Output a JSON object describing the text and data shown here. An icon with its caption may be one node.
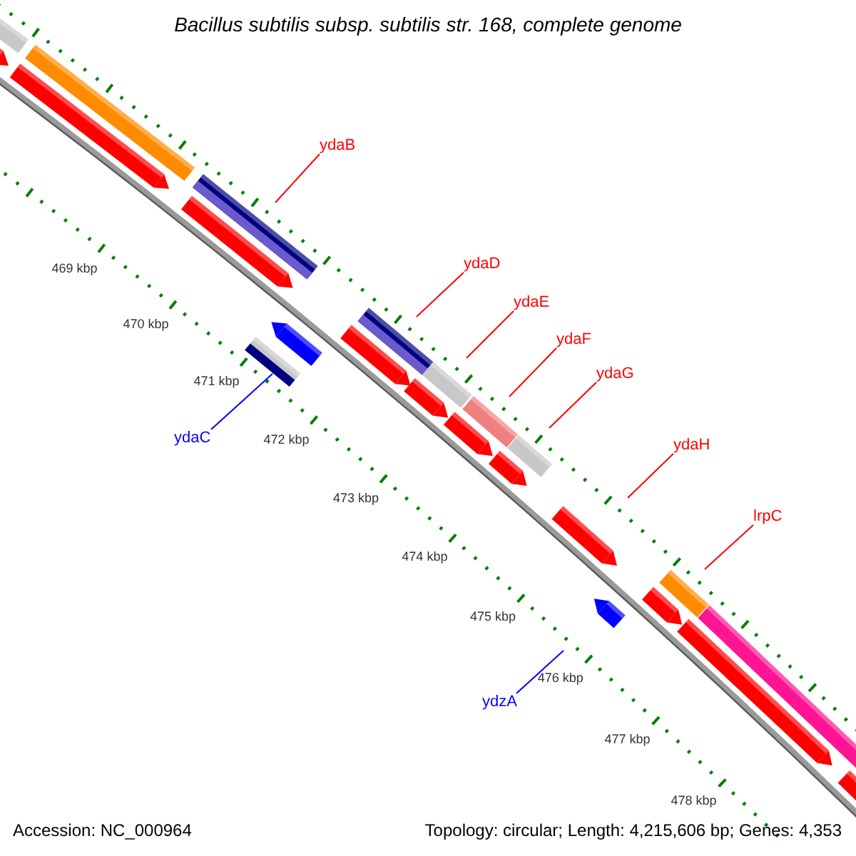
{
  "diagram": {
    "title": "Bacillus subtilis subsp. subtilis str. 168, complete genome",
    "nodes": [
      {
        "text": [
          "ydaB"
        ]
      },
      {
        "text": [
          "ydaD"
        ]
      },
      {
        "text": [
          "ydaE"
        ]
      },
      {
        "text": [
          "ydaF"
        ]
      },
      {
        "text": [
          "ydaG"
        ]
      },
      {
        "text": [
          "ydaC"
        ]
      },
      {
        "text": [
          "ydaH"
        ]
      },
      {
        "text": [
          "lrpC"
        ]
      },
      {
        "text": [
          "ydzA"
        ]
      }
    ],
    "edges": [
      {
        "from": 0,
        "to": null,
        "arrow": "none"
      },
      {
        "from": 1,
        "to": null,
        "arrow": "none"
      },
      {
        "from": 2,
        "to": null,
        "arrow": "none"
      },
      {
        "from": 3,
        "to": null,
        "arrow": "none"
      },
      {
        "from": 4,
        "to": null,
        "arrow": "none"
      },
      {
        "from": 5,
        "to": null,
        "arrow": "none",
        "color": "#0000ff"
      },
      {
        "from": 6,
        "to": null,
        "arrow": "none"
      },
      {
        "from": 7,
        "to": null,
        "arrow": "none"
      },
      {
        "from": 8,
        "to": null,
        "arrow": "none",
        "color": "#0000ff"
      }
    ],
    "labels": [
      "469 kbp",
      "470 kbp",
      "471 kbp",
      "472 kbp",
      "473 kbp",
      "474 kbp",
      "475 kbp",
      "476 kbp",
      "477 kbp",
      "478 kbp",
      "Accession: NC_000964",
      "Topology: circular; Length: 4,215,606 bp; Genes: 4,353"
    ]
  }
}
